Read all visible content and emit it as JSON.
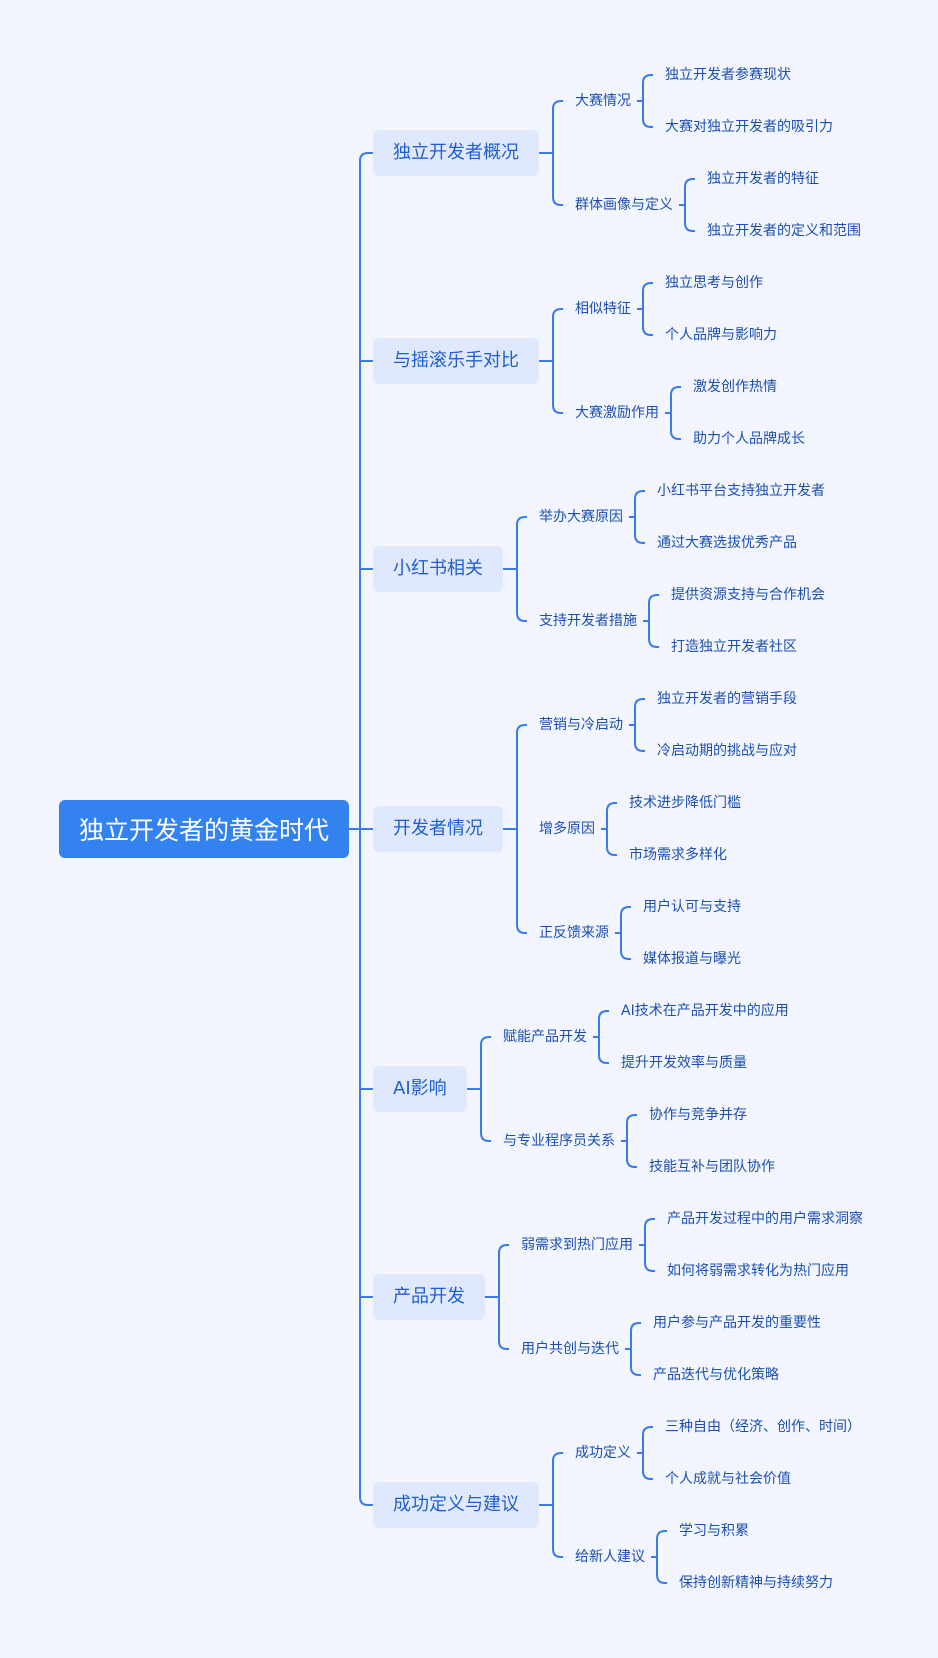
{
  "root": {
    "label": "独立开发者的黄金时代"
  },
  "branches": [
    {
      "label": "独立开发者概况",
      "children": [
        {
          "label": "大赛情况",
          "children": [
            "独立开发者参赛现状",
            "大赛对独立开发者的吸引力"
          ]
        },
        {
          "label": "群体画像与定义",
          "children": [
            "独立开发者的特征",
            "独立开发者的定义和范围"
          ]
        }
      ]
    },
    {
      "label": "与摇滚乐手对比",
      "children": [
        {
          "label": "相似特征",
          "children": [
            "独立思考与创作",
            "个人品牌与影响力"
          ]
        },
        {
          "label": "大赛激励作用",
          "children": [
            "激发创作热情",
            "助力个人品牌成长"
          ]
        }
      ]
    },
    {
      "label": "小红书相关",
      "children": [
        {
          "label": "举办大赛原因",
          "children": [
            "小红书平台支持独立开发者",
            "通过大赛选拔优秀产品"
          ]
        },
        {
          "label": "支持开发者措施",
          "children": [
            "提供资源支持与合作机会",
            "打造独立开发者社区"
          ]
        }
      ]
    },
    {
      "label": "开发者情况",
      "children": [
        {
          "label": "营销与冷启动",
          "children": [
            "独立开发者的营销手段",
            "冷启动期的挑战与应对"
          ]
        },
        {
          "label": "增多原因",
          "children": [
            "技术进步降低门槛",
            "市场需求多样化"
          ]
        },
        {
          "label": "正反馈来源",
          "children": [
            "用户认可与支持",
            "媒体报道与曝光"
          ]
        }
      ]
    },
    {
      "label": "AI影响",
      "children": [
        {
          "label": "赋能产品开发",
          "children": [
            "AI技术在产品开发中的应用",
            "提升开发效率与质量"
          ]
        },
        {
          "label": "与专业程序员关系",
          "children": [
            "协作与竞争并存",
            "技能互补与团队协作"
          ]
        }
      ]
    },
    {
      "label": "产品开发",
      "children": [
        {
          "label": "弱需求到热门应用",
          "children": [
            "产品开发过程中的用户需求洞察",
            "如何将弱需求转化为热门应用"
          ]
        },
        {
          "label": "用户共创与迭代",
          "children": [
            "用户参与产品开发的重要性",
            "产品迭代与优化策略"
          ]
        }
      ]
    },
    {
      "label": "成功定义与建议",
      "children": [
        {
          "label": "成功定义",
          "children": [
            "三种自由（经济、创作、时间）",
            "个人成就与社会价值"
          ]
        },
        {
          "label": "给新人建议",
          "children": [
            "学习与积累",
            "保持创新精神与持续努力"
          ]
        }
      ]
    }
  ],
  "colors": {
    "background": "#f2f5fe",
    "root": "#3382f0",
    "node": "#dfe8fd",
    "line": "#3a7be6",
    "text": "#1f5fcf"
  }
}
